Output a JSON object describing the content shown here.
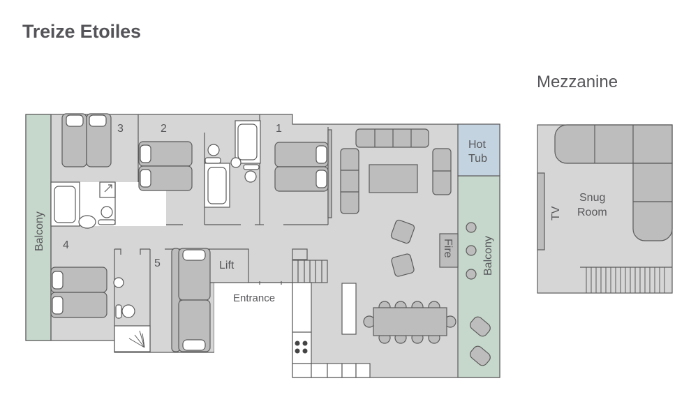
{
  "header": {
    "title": "Treize Etoiles"
  },
  "mezzanine": {
    "title": "Mezzanine",
    "room_line1": "Snug",
    "room_line2": "Room",
    "tv": "TV"
  },
  "main_floor": {
    "bedrooms": [
      "1",
      "2",
      "3",
      "4",
      "5"
    ],
    "labels": {
      "balcony_left": "Balcony",
      "balcony_right": "Balcony",
      "hot_tub_line1": "Hot",
      "hot_tub_line2": "Tub",
      "fire": "Fire",
      "lift": "Lift",
      "entrance": "Entrance"
    }
  },
  "colors": {
    "floor": "#d6d6d6",
    "furniture": "#bdbdbd",
    "balcony": "#c6d8cb",
    "hot_tub": "#c3d3df",
    "wall": "#5a5a5a",
    "white": "#ffffff"
  }
}
